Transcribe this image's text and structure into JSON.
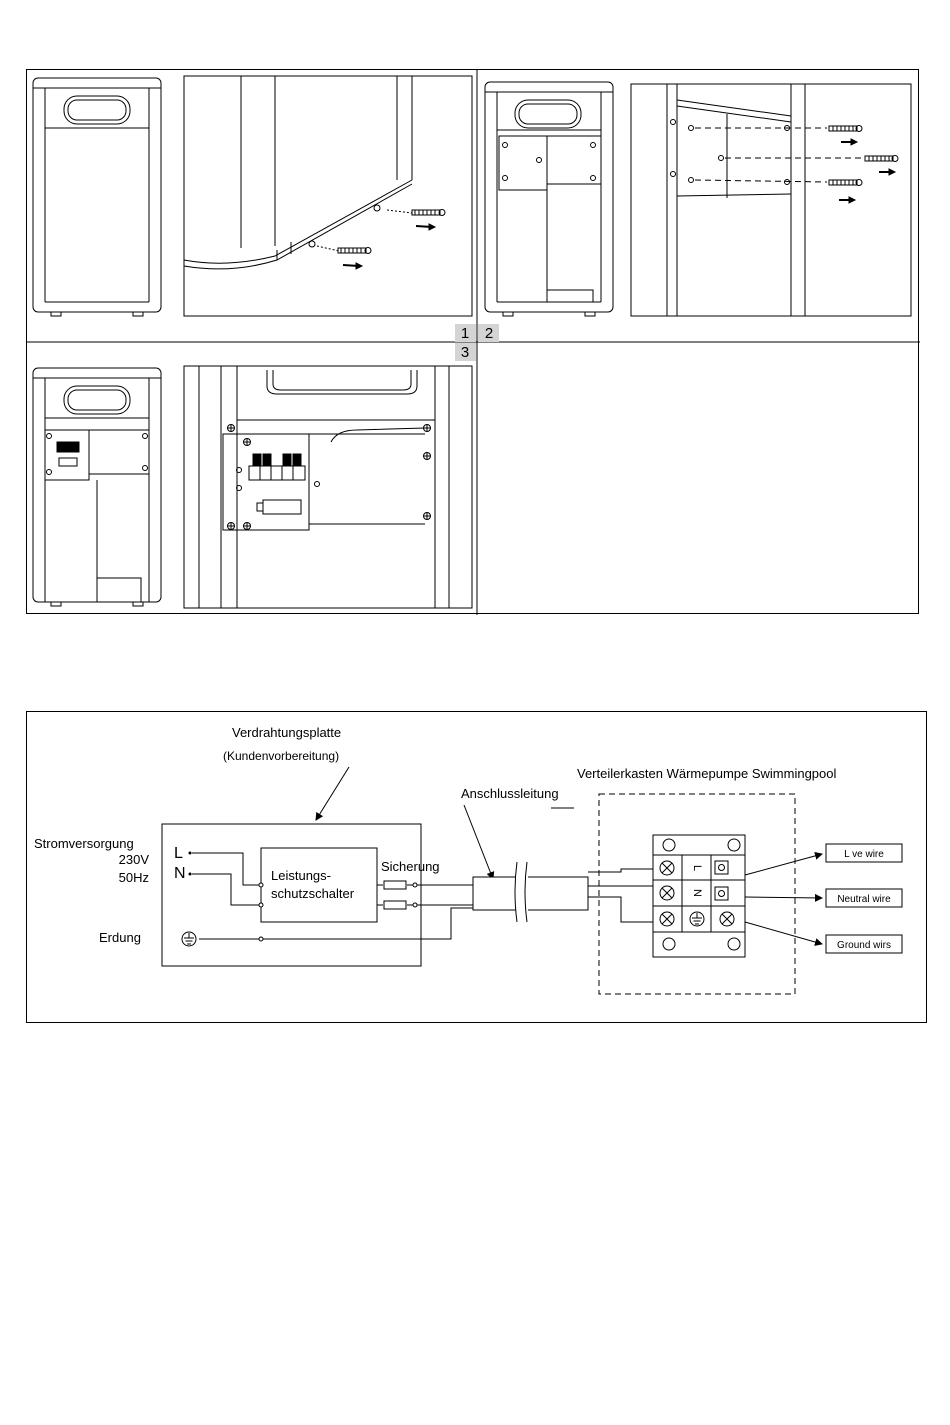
{
  "steps": {
    "step1": "1",
    "step2": "2",
    "step3": "3"
  },
  "wiring": {
    "board_title": "Verdrahtungsplatte",
    "board_subtitle": "(Kundenvorbereitung)",
    "distribution_box": "Verteilerkasten Wärmepumpe Swimmingpool",
    "connection_cable": "Anschlussleitung",
    "power_supply": "Stromversorgung",
    "voltage": "230V",
    "frequency": "50Hz",
    "line_L": "L",
    "line_N": "N",
    "earth": "Erdung",
    "breaker_line1": "Leistungs-",
    "breaker_line2": "schutzschalter",
    "fuse": "Sicherung",
    "terminal_L": "L",
    "terminal_N": "N",
    "live_wire": "L ve wire",
    "neutral_wire": "Neutral wire",
    "ground_wire": "Ground wirs"
  }
}
